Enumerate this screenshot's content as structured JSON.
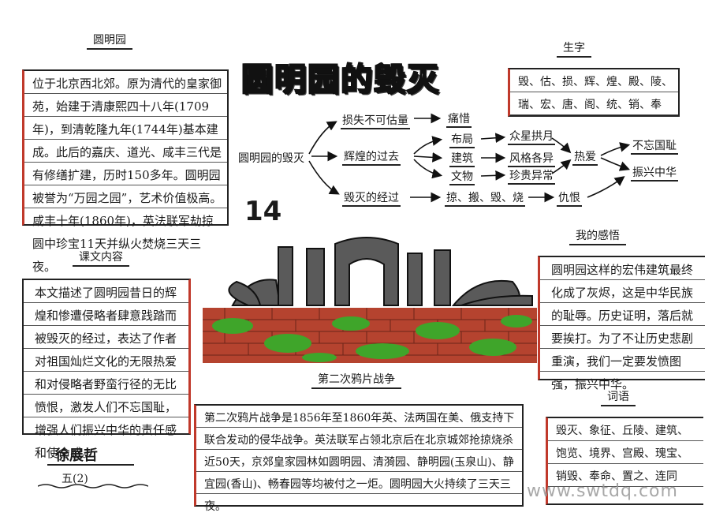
{
  "title": "圆明园的毁灭",
  "page_number": "14",
  "intro": {
    "label": "圆明园",
    "text": "位于北京西北郊。原为清代的皇家御苑，始建于清康熙四十八年(1709年)，到清乾隆九年(1744年)基本建成。此后的嘉庆、道光、咸丰三代是有修缮扩建，历时150多年。圆明园被誉为“万园之园”，艺术价值极高。咸丰十年(1860年)，英法联军劫掠圆中珍宝11天并纵火焚烧三天三夜。"
  },
  "words": {
    "label": "生字",
    "text": "毁、估、损、辉、煌、殿、陵、瑞、宏、唐、阁、统、销、奉"
  },
  "mindmap": {
    "root": "圆明园的毁灭",
    "n1": "损失不可估量",
    "n1a": "痛惜",
    "n2": "辉煌的过去",
    "n2a": "布局",
    "n2a2": "众星拱月",
    "n2b": "建筑",
    "n2b2": "风格各异",
    "n2c": "文物",
    "n2c2": "珍贵异常",
    "feel1": "热爱",
    "goal1": "不忘国耻",
    "goal2": "振兴中华",
    "n3": "毁灭的经过",
    "n3a": "掠、搬、毁、烧",
    "feel2": "仇恨"
  },
  "lesson": {
    "label": "课文内容",
    "text": "本文描述了圆明园昔日的辉煌和惨遭侵略者肆意践踏而被毁灭的经过，表达了作者对祖国灿烂文化的无限热爱和对侵略者野蛮行径的无比愤恨，激发人们不忘国耻，增强人们振兴中华的责任感和使命感。"
  },
  "feeling": {
    "label": "我的感悟",
    "text": "圆明园这样的宏伟建筑最终化成了灰烬，这是中华民族的耻辱。历史证明，落后就要挨打。为了不让历史悲剧重演，我们一定要发愤图强，振兴中华。"
  },
  "war": {
    "label": "第二次鸦片战争",
    "text": "第二次鸦片战争是1856年至1860年英、法两国在美、俄支持下联合发动的侵华战争。英法联军占领北京后在北京城郊抢掠烧杀近50天，京郊皇家园林如圆明园、清漪园、静明园(玉泉山)、静宜园(香山)、畅春园等均被付之一炬。圆明园大火持续了三天三夜。"
  },
  "vocab": {
    "label": "词语",
    "text": "毁灭、象征、丘陵、建筑、饱览、境界、宫殿、瑰宝、销毁、奉命、置之、连同"
  },
  "signature": {
    "name": "徐展哲",
    "class": "五(2)"
  },
  "watermark": "www.swtdq.com",
  "colors": {
    "wall_red": "#b5432f",
    "grass_green": "#3fa52a",
    "ruin_gray": "#5a5a5a",
    "accent_red": "#c0392b"
  }
}
